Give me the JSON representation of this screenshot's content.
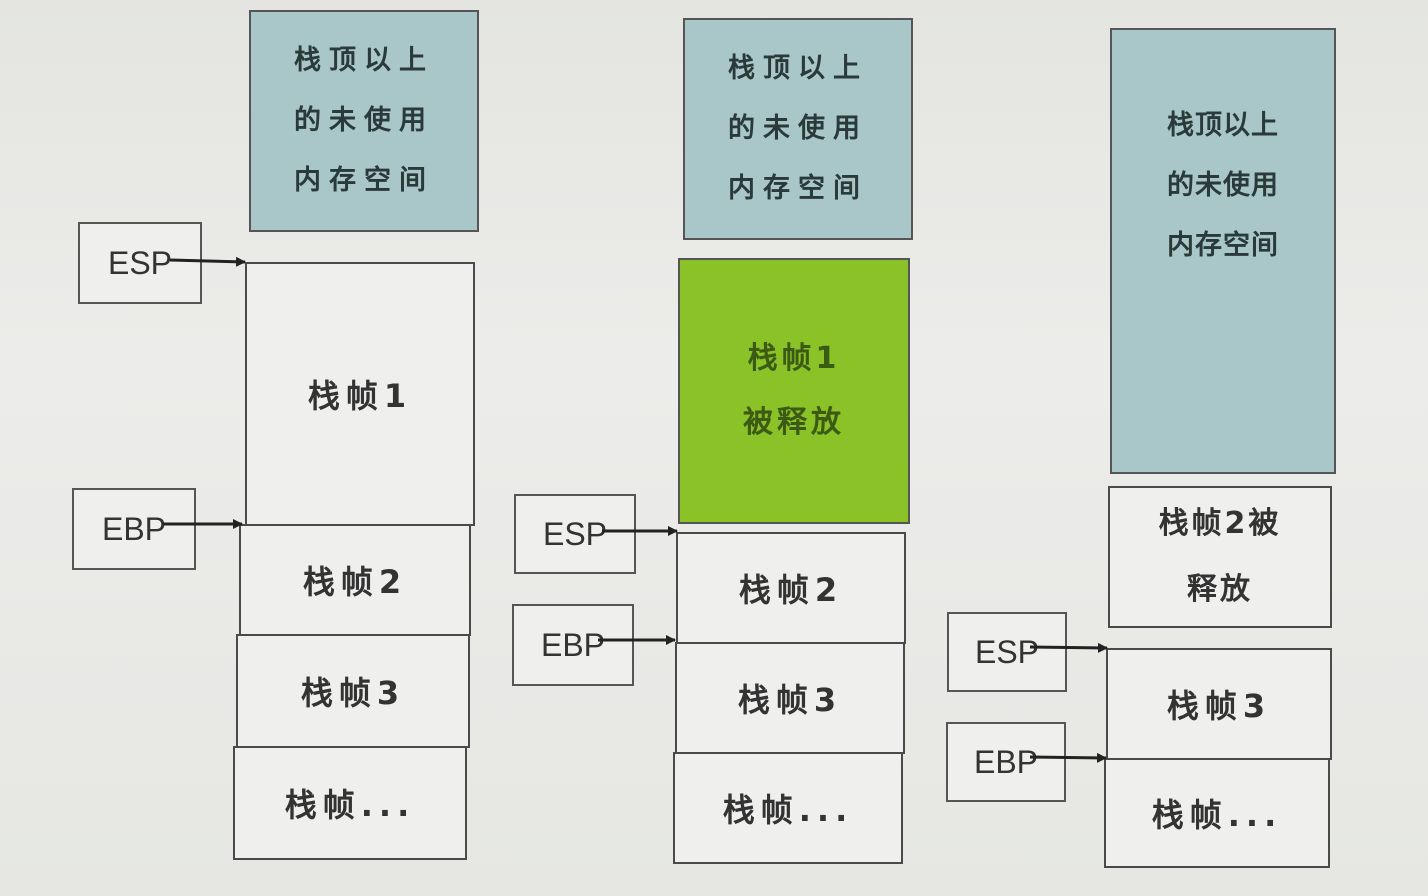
{
  "columns": [
    {
      "unused": "栈顶以上\n的未使用\n内存空间",
      "frames": [
        "栈帧1",
        "栈帧2",
        "栈帧3",
        "栈帧..."
      ],
      "esp": "ESP",
      "ebp": "EBP"
    },
    {
      "unused": "栈顶以上\n的未使用\n内存空间",
      "released": "栈帧1\n被释放",
      "frames": [
        "栈帧2",
        "栈帧3",
        "栈帧..."
      ],
      "esp": "ESP",
      "ebp": "EBP"
    },
    {
      "unused": "栈顶以上\n的未使用\n内存空间",
      "released": "栈帧2被\n释放",
      "frames": [
        "栈帧3",
        "栈帧..."
      ],
      "esp": "ESP",
      "ebp": "EBP"
    }
  ],
  "colors": {
    "unused_memory": "#a9c7c8",
    "released_frame": "#8ac228",
    "stack_frame": "#efefed"
  }
}
